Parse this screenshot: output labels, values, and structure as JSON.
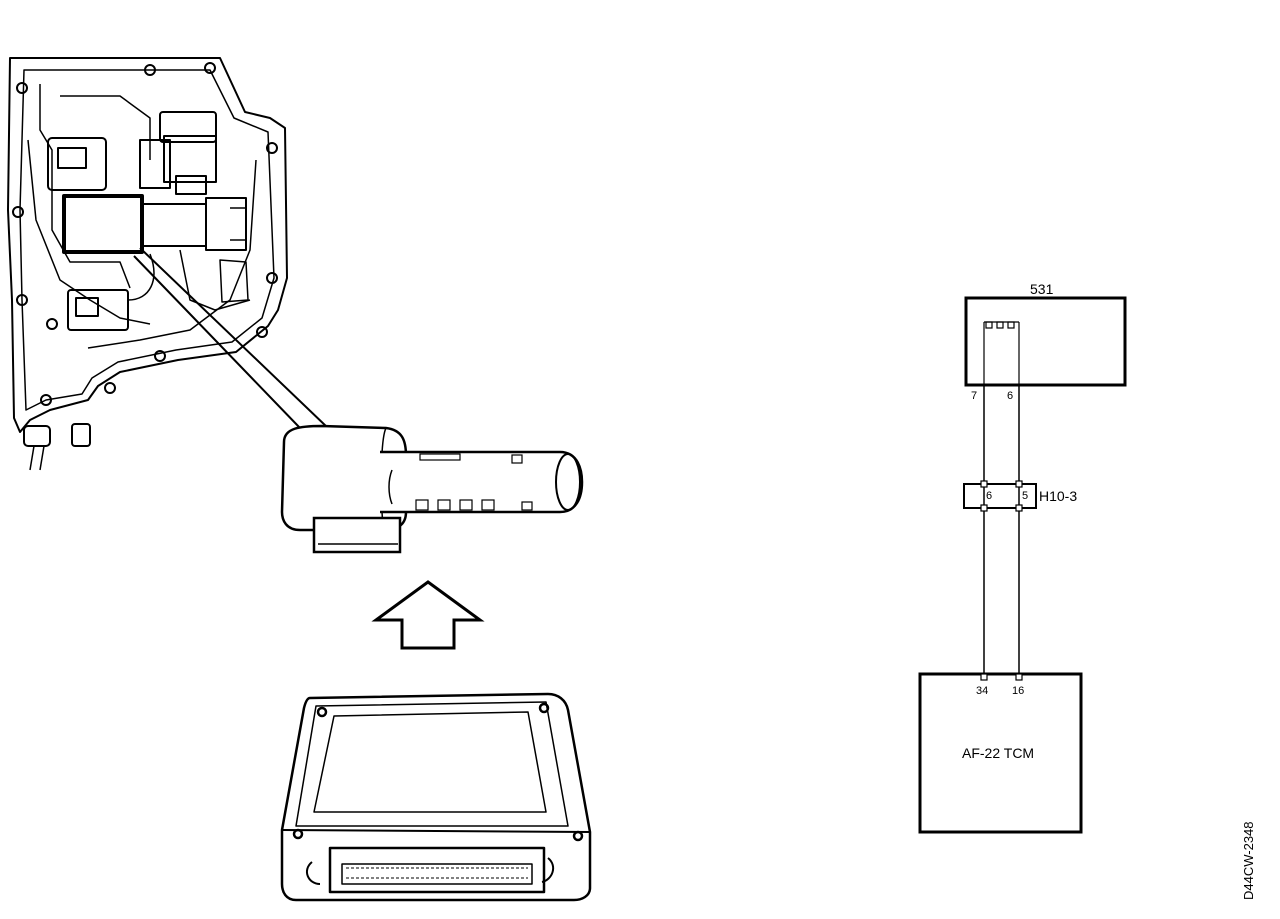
{
  "diagram": {
    "unit_top": {
      "label": "531",
      "pin_left": "7",
      "pin_right": "6"
    },
    "connector": {
      "label": "H10-3",
      "pin_left": "6",
      "pin_right": "5"
    },
    "tcm": {
      "label": "AF-22 TCM",
      "pin_left": "34",
      "pin_right": "16"
    },
    "document_id": "D44CW-2348"
  },
  "illustration": {
    "parts": [
      "valve-body-icon",
      "solenoid-icon",
      "arrow-up-icon",
      "control-module-icon"
    ]
  }
}
